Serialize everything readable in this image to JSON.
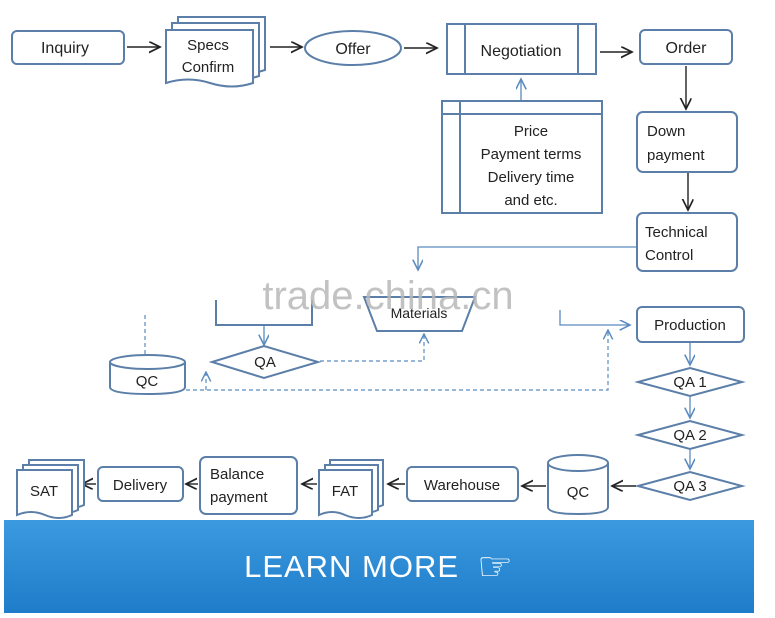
{
  "nodes": {
    "inquiry": "Inquiry",
    "specs_confirm": [
      "Specs",
      "Confirm"
    ],
    "offer": "Offer",
    "negotiation": "Negotiation",
    "order": "Order",
    "negotiation_items": [
      "Price",
      "Payment terms",
      "Delivery time",
      "and etc."
    ],
    "down_payment": [
      "Down",
      "payment"
    ],
    "technical_control": [
      "Technical",
      "Control"
    ],
    "materials": "Materials",
    "qa": "QA",
    "qc_left": "QC",
    "production": "Production",
    "qa1": "QA 1",
    "qa2": "QA 2",
    "qa3": "QA 3",
    "qc_bottom": "QC",
    "warehouse": "Warehouse",
    "fat": "FAT",
    "balance_payment": [
      "Balance",
      "payment"
    ],
    "delivery": "Delivery",
    "sat": "SAT"
  },
  "watermark": "trade.china.cn",
  "banner": {
    "label": "LEARN MORE",
    "icon": "pointing-hand-icon"
  },
  "colors": {
    "node_stroke": "#5b7fa8",
    "banner_blue": "#2a8ad6",
    "dashed_line": "#5b8bc0"
  }
}
